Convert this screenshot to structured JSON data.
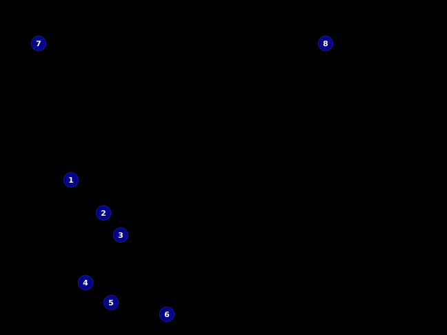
{
  "canvas": {
    "background_color": "#000000"
  },
  "marker_style": {
    "fill_color": "#00008B",
    "text_color": "#ffffff"
  },
  "markers": [
    {
      "label": "1"
    },
    {
      "label": "2"
    },
    {
      "label": "3"
    },
    {
      "label": "4"
    },
    {
      "label": "5"
    },
    {
      "label": "6"
    },
    {
      "label": "7"
    },
    {
      "label": "8"
    }
  ]
}
